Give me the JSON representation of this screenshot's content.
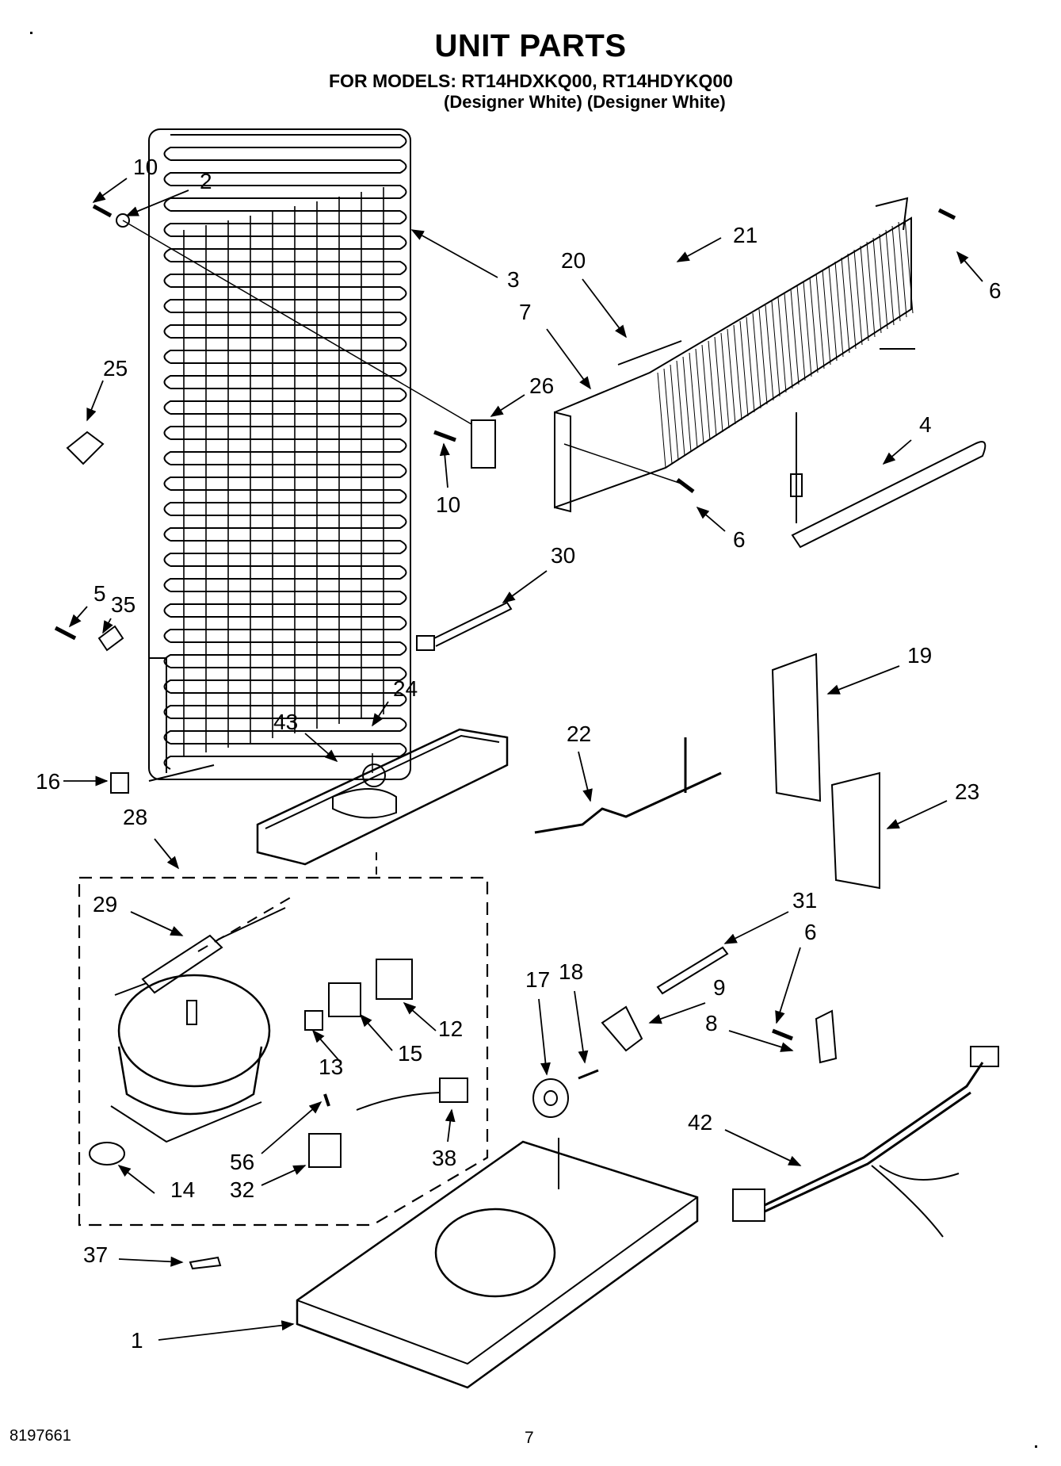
{
  "header": {
    "title": "UNIT PARTS",
    "models": "FOR MODELS: RT14HDXKQ00, RT14HDYKQ00",
    "variants": "(Designer White) (Designer White)"
  },
  "footer": {
    "doc_number": "8197661",
    "page_number": "7"
  },
  "callouts": [
    "10",
    "2",
    "3",
    "21",
    "20",
    "7",
    "6",
    "25",
    "26",
    "10",
    "4",
    "6",
    "30",
    "5",
    "35",
    "19",
    "24",
    "43",
    "22",
    "16",
    "23",
    "28",
    "29",
    "31",
    "6",
    "17",
    "18",
    "9",
    "12",
    "15",
    "8",
    "13",
    "42",
    "56",
    "38",
    "32",
    "14",
    "37",
    "1"
  ]
}
